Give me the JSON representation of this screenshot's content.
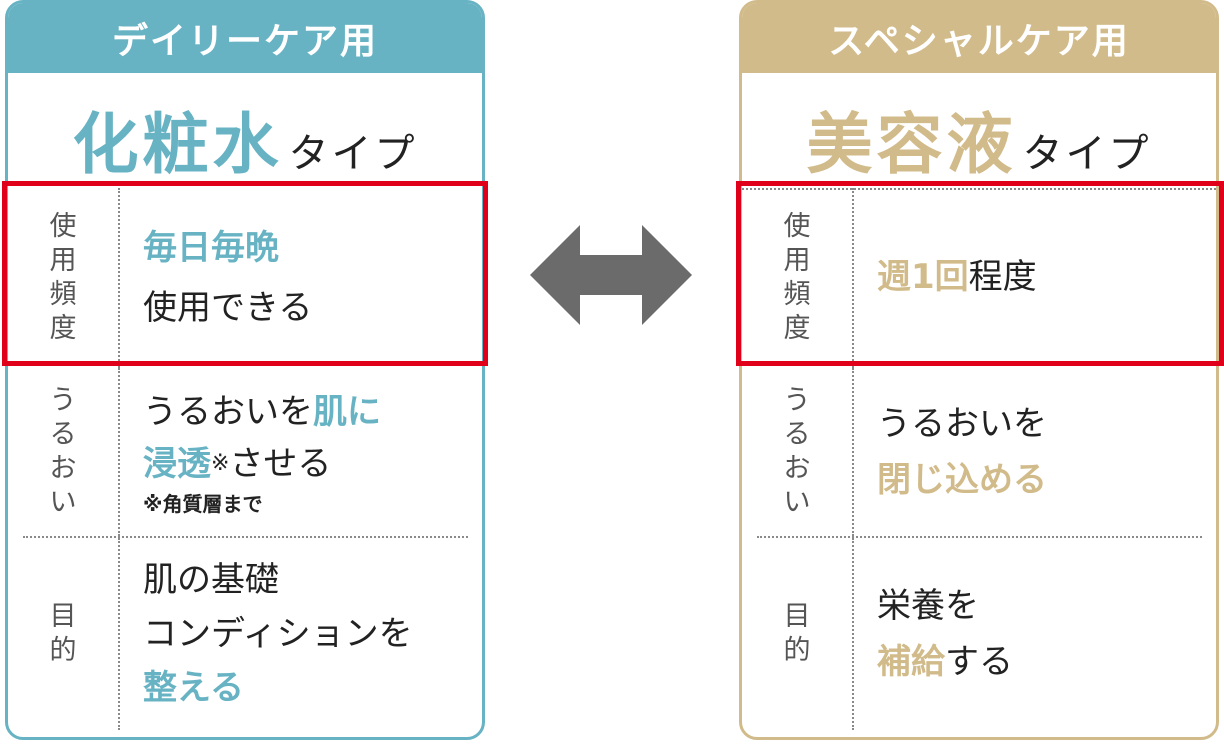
{
  "left_card": {
    "header": "デイリーケア用",
    "title_main": "化粧水",
    "title_suffix": "タイプ",
    "rows": {
      "frequency": {
        "label_chars": [
          "使",
          "用",
          "頻",
          "度"
        ],
        "line1": "毎日毎晩",
        "line2": "使用できる"
      },
      "moisture": {
        "label_chars": [
          "う",
          "る",
          "お",
          "い"
        ],
        "line1_a": "うるおいを",
        "line1_b": "肌に",
        "line2_a": "浸透",
        "line2_mark": "※",
        "line2_b": "させる",
        "note": "※角質層まで"
      },
      "purpose": {
        "label_chars": [
          "目",
          "的"
        ],
        "line1": "肌の基礎",
        "line2": "コンディションを",
        "line3_a": "整える"
      }
    }
  },
  "right_card": {
    "header": "スペシャルケア用",
    "title_main": "美容液",
    "title_suffix": "タイプ",
    "rows": {
      "frequency": {
        "label_chars": [
          "使",
          "用",
          "頻",
          "度"
        ],
        "line1_a": "週1回",
        "line1_b": "程度"
      },
      "moisture": {
        "label_chars": [
          "う",
          "る",
          "お",
          "い"
        ],
        "line1": "うるおいを",
        "line2": "閉じ込める"
      },
      "purpose": {
        "label_chars": [
          "目",
          "的"
        ],
        "line1": "栄養を",
        "line2_a": "補給",
        "line2_b": "する"
      }
    }
  },
  "colors": {
    "daily_accent": "#67b3c4",
    "special_accent": "#d2bb8a",
    "highlight_box": "#e0001a",
    "arrow": "#6b6b6b"
  },
  "icons": {
    "compare_arrow": "double-headed-arrow-icon"
  }
}
